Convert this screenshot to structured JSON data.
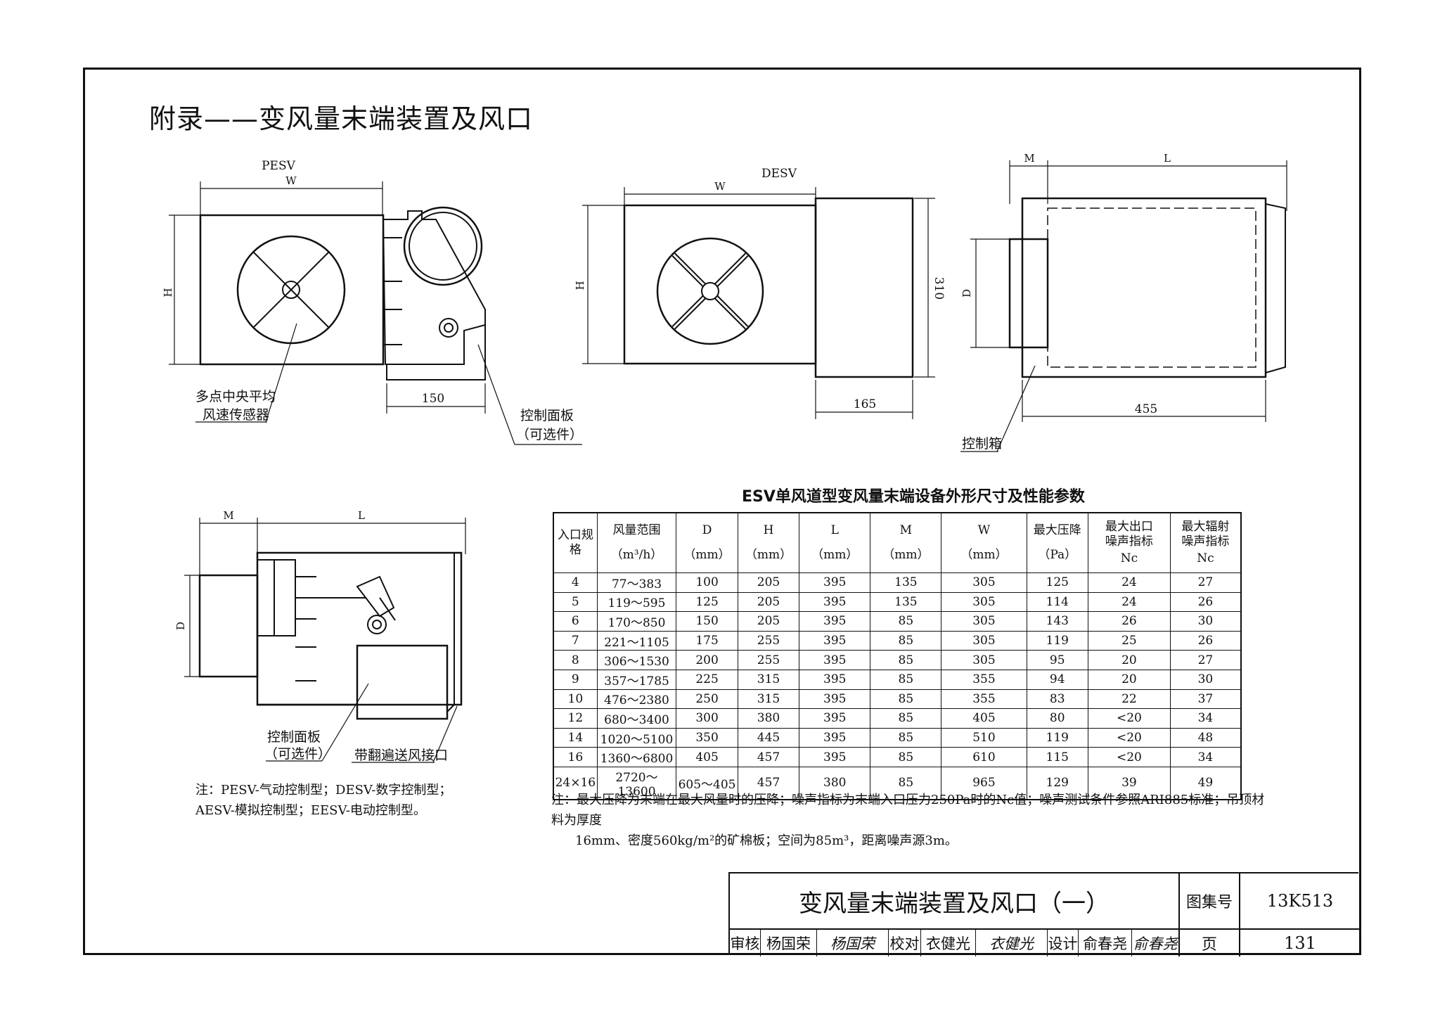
{
  "page_title": "附录——变风量末端装置及风口",
  "drawings": {
    "pesv": {
      "name": "PESV",
      "dim_w": "W",
      "dim_h": "H",
      "dim_150": "150",
      "label_sensor_1": "多点中央平均",
      "label_sensor_2": "风速传感器",
      "label_panel_1": "控制面板",
      "label_panel_2": "（可选件）"
    },
    "desv": {
      "name": "DESV",
      "dim_w": "W",
      "dim_h": "H",
      "dim_310": "310",
      "dim_165": "165"
    },
    "side_view": {
      "dim_m": "M",
      "dim_l": "L",
      "dim_d": "D",
      "dim_455": "455",
      "label_box": "控制箱"
    },
    "section_view": {
      "dim_m": "M",
      "dim_l": "L",
      "dim_d": "D",
      "label_panel_1": "控制面板",
      "label_panel_2": "（可选件）",
      "label_flange": "带翻遍送风接口"
    }
  },
  "note_left": "注：PESV-气动控制型；DESV-数字控制型；AESV-模拟控制型；EESV-电动控制型。",
  "table": {
    "title": "ESV单风道型变风量末端设备外形尺寸及性能参数",
    "headers": [
      {
        "top": "入口规格",
        "unit": ""
      },
      {
        "top": "风量范围",
        "unit": "（m³/h）"
      },
      {
        "top": "D",
        "unit": "（mm）"
      },
      {
        "top": "H",
        "unit": "（mm）"
      },
      {
        "top": "L",
        "unit": "（mm）"
      },
      {
        "top": "M",
        "unit": "（mm）"
      },
      {
        "top": "W",
        "unit": "（mm）"
      },
      {
        "top": "最大压降",
        "unit": "（Pa）"
      },
      {
        "top": "最大出口噪声指标",
        "unit": "Nc"
      },
      {
        "top": "最大辐射噪声指标",
        "unit": "Nc"
      }
    ],
    "rows": [
      [
        "4",
        "77～383",
        "100",
        "205",
        "395",
        "135",
        "305",
        "125",
        "24",
        "27"
      ],
      [
        "5",
        "119～595",
        "125",
        "205",
        "395",
        "135",
        "305",
        "114",
        "24",
        "26"
      ],
      [
        "6",
        "170～850",
        "150",
        "205",
        "395",
        "85",
        "305",
        "143",
        "26",
        "30"
      ],
      [
        "7",
        "221～1105",
        "175",
        "255",
        "395",
        "85",
        "305",
        "119",
        "25",
        "26"
      ],
      [
        "8",
        "306～1530",
        "200",
        "255",
        "395",
        "85",
        "305",
        "95",
        "20",
        "27"
      ],
      [
        "9",
        "357～1785",
        "225",
        "315",
        "395",
        "85",
        "355",
        "94",
        "20",
        "30"
      ],
      [
        "10",
        "476～2380",
        "250",
        "315",
        "395",
        "85",
        "355",
        "83",
        "22",
        "37"
      ],
      [
        "12",
        "680～3400",
        "300",
        "380",
        "395",
        "85",
        "405",
        "80",
        "<20",
        "34"
      ],
      [
        "14",
        "1020～5100",
        "350",
        "445",
        "395",
        "85",
        "510",
        "119",
        "<20",
        "48"
      ],
      [
        "16",
        "1360～6800",
        "405",
        "457",
        "395",
        "85",
        "610",
        "115",
        "<20",
        "34"
      ],
      [
        "24×16",
        "2720～13600",
        "605～405",
        "457",
        "380",
        "85",
        "965",
        "129",
        "39",
        "49"
      ]
    ],
    "note_1": "注：最大压降为末端在最大风量时的压降；噪声指标为末端入口压力250Pa时的Nc值；噪声测试条件参照ARI885标准；吊顶材料为厚度",
    "note_2": "16mm、密度560kg/m²的矿棉板；空间为85m³，距离噪声源3m。"
  },
  "title_block": {
    "main_title": "变风量末端装置及风口（一）",
    "atlas_label": "图集号",
    "atlas_value": "13K513",
    "page_label": "页",
    "page_value": "131",
    "review_label": "审核",
    "reviewer": "杨国荣",
    "reviewer_sig": "杨国荣",
    "check_label": "校对",
    "checker": "衣健光",
    "checker_sig": "衣健光",
    "design_label": "设计",
    "designer": "俞春尧",
    "designer_sig": "俞春尧"
  }
}
